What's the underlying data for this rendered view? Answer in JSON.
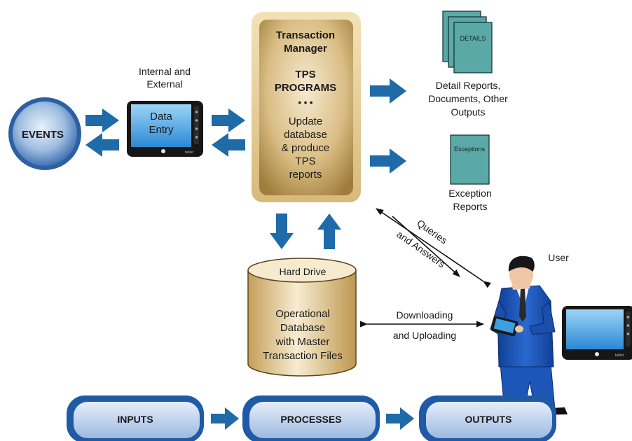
{
  "events": {
    "label": "EVENTS"
  },
  "data_entry": {
    "caption_line1": "Internal and",
    "caption_line2": "External",
    "screen_line1": "Data",
    "screen_line2": "Entry",
    "device_brand": "tablet"
  },
  "transaction_manager": {
    "title_line1": "Transaction",
    "title_line2": "Manager",
    "programs_line1": "TPS",
    "programs_line2": "PROGRAMS",
    "dots": "• • •",
    "body_line1": "Update",
    "body_line2": "database",
    "body_line3": "& produce",
    "body_line4": "TPS",
    "body_line5": "reports"
  },
  "detail_reports": {
    "sheet_label": "DETAILS",
    "caption_line1": "Detail Reports,",
    "caption_line2": "Documents, Other",
    "caption_line3": "Outputs"
  },
  "exception_reports": {
    "sheet_label": "Exceptions",
    "caption_line1": "Exception",
    "caption_line2": "Reports"
  },
  "queries": {
    "line1": "Queries",
    "line2": "and Answers"
  },
  "database": {
    "top_label": "Hard Drive",
    "body_line1": "Operational",
    "body_line2": "Database",
    "body_line3": "with Master",
    "body_line4": "Transaction Files"
  },
  "sync": {
    "line1": "Downloading",
    "line2": "and Uploading"
  },
  "user": {
    "label": "User",
    "tablet_brand": "tablet"
  },
  "flow": {
    "step1": "INPUTS",
    "step2": "PROCESSES",
    "step3": "OUTPUTS"
  },
  "colors": {
    "arrow": "#1f6aa8",
    "manager_gold": "#c8a562",
    "document_teal": "#5aa9a6",
    "tablet_screen": "#3f9ee0",
    "suit_blue": "#1c57b8"
  }
}
